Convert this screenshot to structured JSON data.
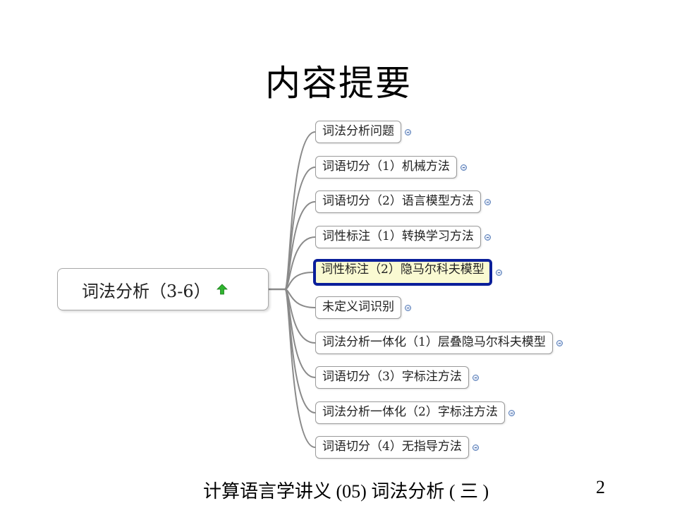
{
  "title": "内容提要",
  "root": {
    "label": "词法分析（3-6）",
    "icon": "green-up-arrow-icon"
  },
  "branches": [
    {
      "label": "词法分析问题"
    },
    {
      "label": "词语切分（1）机械方法"
    },
    {
      "label": "词语切分（2）语言模型方法"
    },
    {
      "label": "词性标注（1）转换学习方法"
    },
    {
      "label": "词性标注（2）隐马尔科夫模型",
      "selected": true
    },
    {
      "label": "未定义词识别"
    },
    {
      "label": "词法分析一体化（1）层叠隐马尔科夫模型"
    },
    {
      "label": "词语切分（3）字标注方法"
    },
    {
      "label": "词法分析一体化（2）字标注方法"
    },
    {
      "label": "词语切分（4）无指导方法"
    }
  ],
  "colors": {
    "highlight_border": "#0b1f9a",
    "highlight_fill": "#fafad2",
    "link": "#8a8a8a"
  },
  "footer": {
    "text": "计算语言学讲义 (05) 词法分析 ( 三 )",
    "page": "2"
  }
}
